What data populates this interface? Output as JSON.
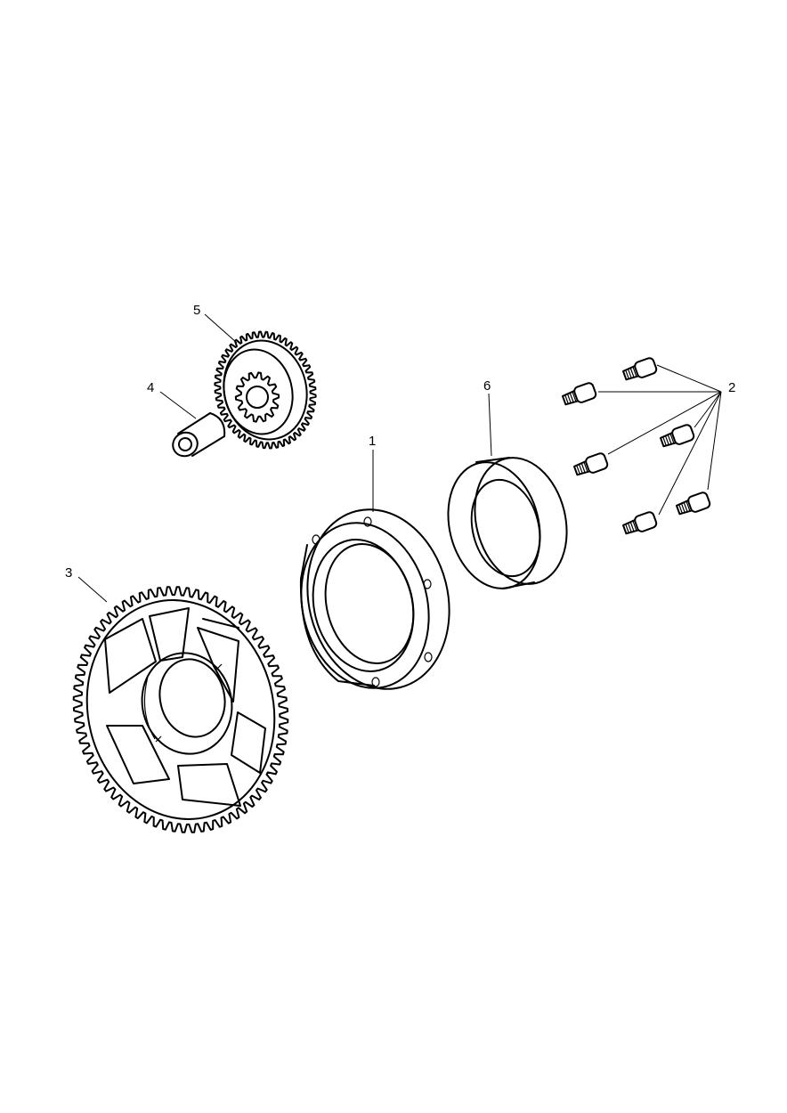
{
  "colors": {
    "background": "#ffffff",
    "line": "#000000"
  },
  "callouts": {
    "c1": "1",
    "c2": "2",
    "c3": "3",
    "c4": "4",
    "c5": "5",
    "c6": "6"
  },
  "parts": [
    {
      "number": "1",
      "shape": "flanged-ring-housing"
    },
    {
      "number": "2",
      "shape": "socket-head-bolt",
      "quantity_shown": 6
    },
    {
      "number": "3",
      "shape": "large-spur-gear"
    },
    {
      "number": "4",
      "shape": "hollow-pin"
    },
    {
      "number": "5",
      "shape": "idler-gear-with-pinion"
    },
    {
      "number": "6",
      "shape": "bearing-ring"
    }
  ]
}
